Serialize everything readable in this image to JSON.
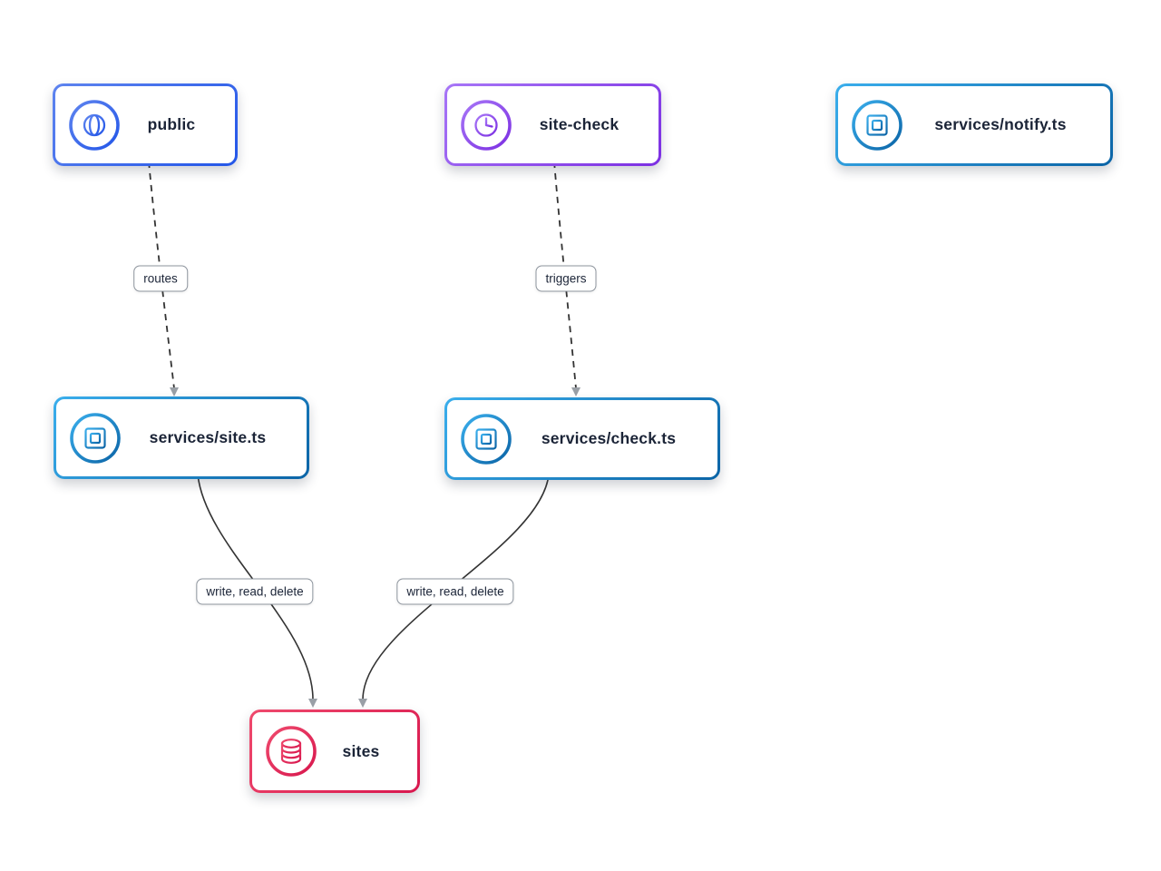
{
  "diagram": {
    "background": "#ffffff",
    "edge_line_color": "#333333",
    "arrowhead_color": "#999fa6",
    "nodes": [
      {
        "id": "public",
        "label": "public",
        "icon": "globe-icon",
        "color_from": "#5e84ef",
        "color_to": "#2356e8"
      },
      {
        "id": "site-check",
        "label": "site-check",
        "icon": "clock-icon",
        "color_from": "#a776f7",
        "color_to": "#7c2fe2"
      },
      {
        "id": "notify",
        "label": "services/notify.ts",
        "icon": "chip-icon",
        "color_from": "#3aaeec",
        "color_to": "#0b64a6"
      },
      {
        "id": "site",
        "label": "services/site.ts",
        "icon": "chip-icon",
        "color_from": "#3aaeec",
        "color_to": "#0b64a6"
      },
      {
        "id": "check",
        "label": "services/check.ts",
        "icon": "chip-icon",
        "color_from": "#3aaeec",
        "color_to": "#0b64a6"
      },
      {
        "id": "sites",
        "label": "sites",
        "icon": "database-icon",
        "color_from": "#ef4a6d",
        "color_to": "#d8174e"
      }
    ],
    "edges": [
      {
        "from": "public",
        "to": "services/site.ts",
        "label": "routes",
        "style": "dashed"
      },
      {
        "from": "site-check",
        "to": "services/check.ts",
        "label": "triggers",
        "style": "dashed"
      },
      {
        "from": "services/site.ts",
        "to": "sites",
        "label": "write, read, delete",
        "style": "solid"
      },
      {
        "from": "services/check.ts",
        "to": "sites",
        "label": "write, read, delete",
        "style": "solid"
      }
    ]
  }
}
